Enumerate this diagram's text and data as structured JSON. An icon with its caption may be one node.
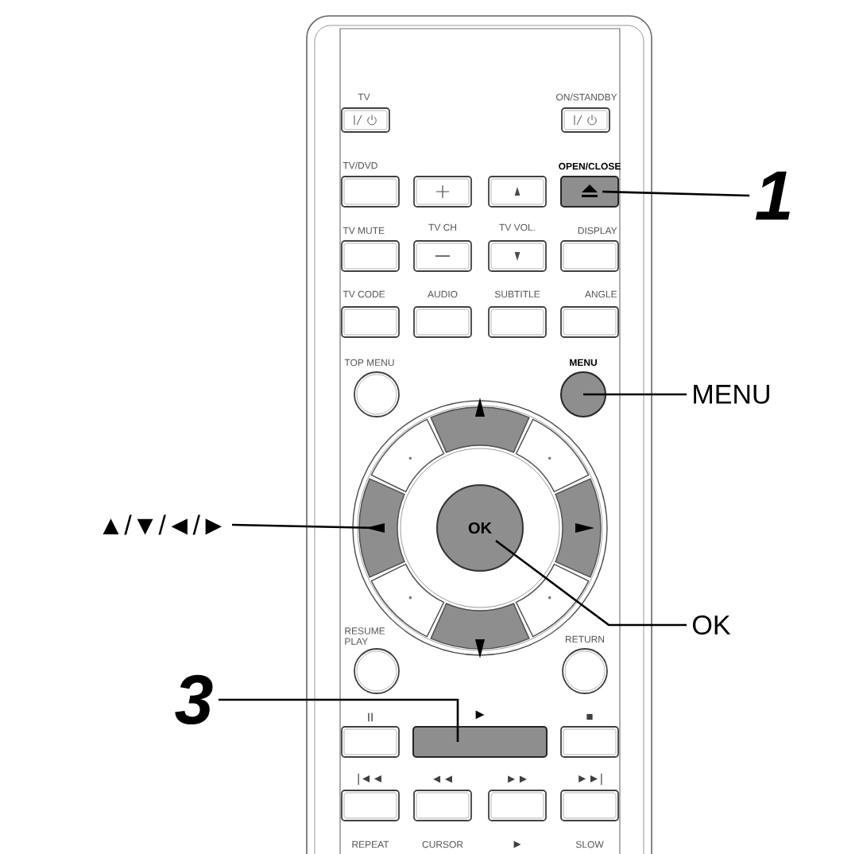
{
  "diagram": {
    "nodes": [
      {
        "text": [
          "1"
        ]
      },
      {
        "text": [],
        "shape": "box",
        "beside": [
          "OPEN/CLOSE"
        ]
      },
      {
        "text": [
          "MENU"
        ]
      },
      {
        "text": [],
        "shape": "circle",
        "beside": [
          "MENU"
        ]
      },
      {
        "text": [
          "▲/▼/◄/►"
        ]
      },
      {
        "text": [],
        "shape": "sector"
      },
      {
        "text": [
          "OK"
        ]
      },
      {
        "text": [
          "OK"
        ]
      },
      {
        "text": [
          "3"
        ]
      },
      {
        "text": [],
        "shape": "box",
        "beside": [
          "►"
        ]
      }
    ],
    "edges": [
      {
        "from": 0,
        "to": 1,
        "arrow": "none"
      },
      {
        "from": 2,
        "to": 3,
        "arrow": "none"
      },
      {
        "from": 4,
        "to": 5,
        "arrow": "none"
      },
      {
        "from": 7,
        "to": 6,
        "arrow": "none"
      },
      {
        "from": 8,
        "to": 9,
        "arrow": "none"
      }
    ],
    "labels": [
      "TV",
      "ON/STANDBY",
      "TV/DVD",
      "TV MUTE",
      "TV CH",
      "TV VOL.",
      "DISPLAY",
      "TV CODE",
      "AUDIO",
      "SUBTITLE",
      "ANGLE",
      "TOP MENU",
      "RESUME PLAY",
      "RETURN",
      "II",
      "■",
      "|◄◄",
      "◄◄",
      "►►",
      "►►|",
      "REPEAT",
      "CURSOR",
      "►",
      "SLOW"
    ]
  }
}
